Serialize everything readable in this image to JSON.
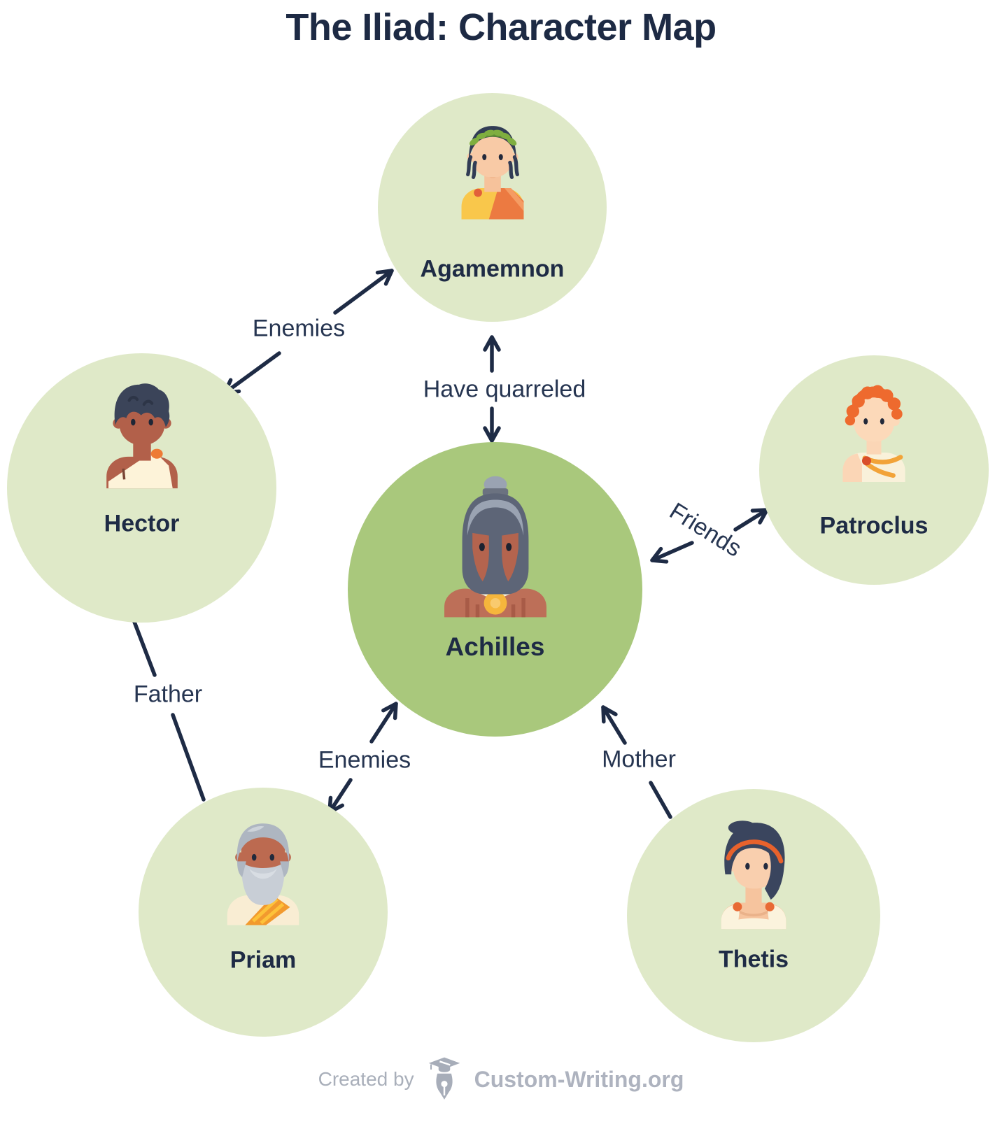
{
  "title": "The Iliad: Character Map",
  "characters": [
    {
      "name": "Agamemnon",
      "circle": "light"
    },
    {
      "name": "Hector",
      "circle": "light"
    },
    {
      "name": "Patroclus",
      "circle": "light"
    },
    {
      "name": "Achilles",
      "circle": "accent"
    },
    {
      "name": "Priam",
      "circle": "light"
    },
    {
      "name": "Thetis",
      "circle": "light"
    }
  ],
  "relationships": [
    {
      "label": "Enemies",
      "from": "Hector",
      "to": "Agamemnon",
      "arrowheads": "both"
    },
    {
      "label": "Have quarreled",
      "from": "Agamemnon",
      "to": "Achilles",
      "arrowheads": "both"
    },
    {
      "label": "Friends",
      "from": "Achilles",
      "to": "Patroclus",
      "arrowheads": "both"
    },
    {
      "label": "Father",
      "from": "Priam",
      "to": "Hector",
      "arrowheads": "single"
    },
    {
      "label": "Enemies",
      "from": "Priam",
      "to": "Achilles",
      "arrowheads": "both"
    },
    {
      "label": "Mother",
      "from": "Thetis",
      "to": "Achilles",
      "arrowheads": "single"
    }
  ],
  "footer": {
    "created_by": "Created by",
    "brand": "Custom-Writing.org"
  },
  "colors": {
    "background": "#ffffff",
    "circle_light": "#dfe9c8",
    "circle_accent": "#a9c87c",
    "text_navy": "#1e2b45",
    "arrow_navy": "#1e2b45",
    "footer_gray": "#aab0bc"
  }
}
